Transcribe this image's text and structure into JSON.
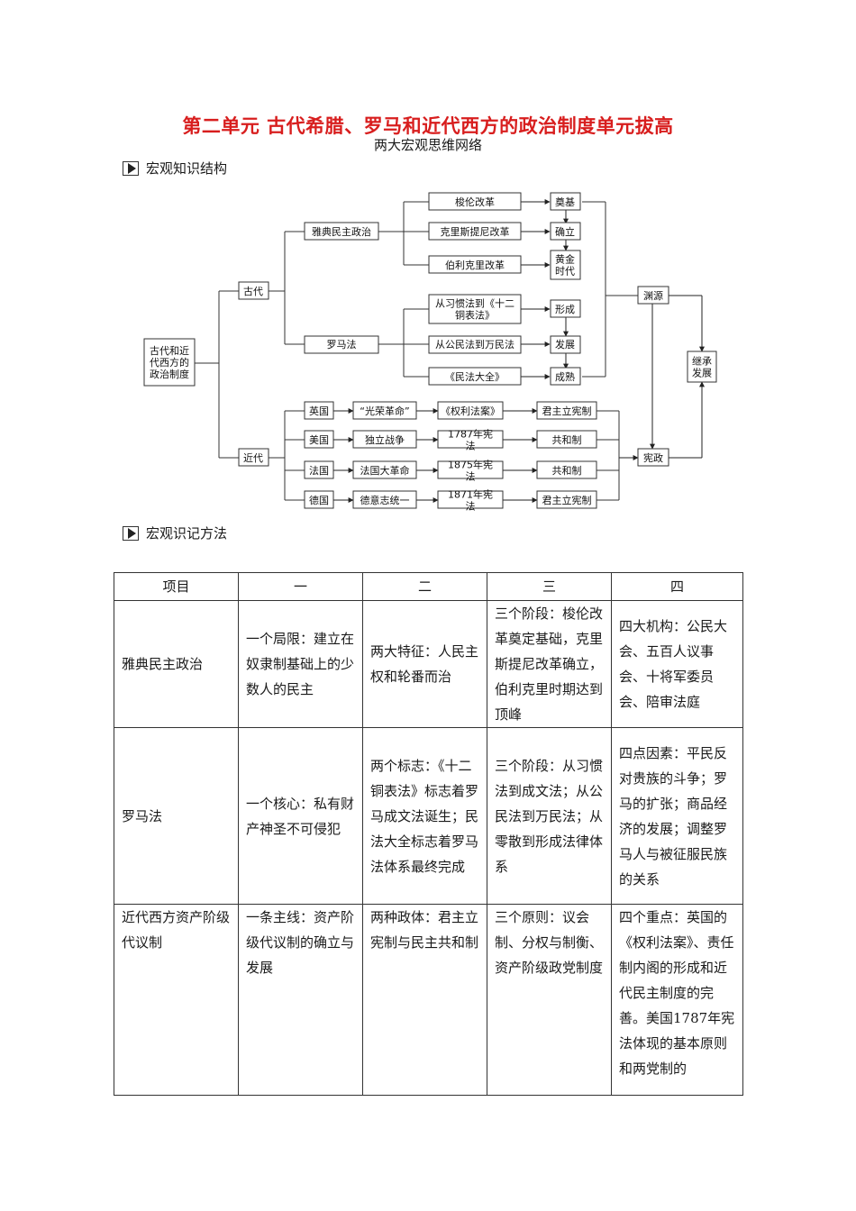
{
  "header": {
    "title": "第二单元  古代希腊、罗马和近代西方的政治制度单元拔高",
    "subtitle": "两大宏观思维网络"
  },
  "sections": {
    "structure": "宏观知识结构",
    "method": "宏观识记方法"
  },
  "diagram": {
    "root": "古代和近代西方的政治制度",
    "ancient": "古代",
    "modern": "近代",
    "athens": "雅典民主政治",
    "rome": "罗马法",
    "athens_reforms": [
      "梭伦改革",
      "克里斯提尼改革",
      "伯利克里改革"
    ],
    "athens_stages": [
      "奠基",
      "确立",
      "黄金时代"
    ],
    "rome_items": [
      "从习惯法到《十二铜表法》",
      "从公民法到万民法",
      "《民法大全》"
    ],
    "rome_stages": [
      "形成",
      "发展",
      "成熟"
    ],
    "origin": "渊源",
    "inherit": "继承发展",
    "constitution": "宪政",
    "countries": [
      {
        "country": "英国",
        "event": "“光荣革命”",
        "document": "《权利法案》",
        "system": "君主立宪制"
      },
      {
        "country": "美国",
        "event": "独立战争",
        "document": "1787年宪法",
        "system": "共和制"
      },
      {
        "country": "法国",
        "event": "法国大革命",
        "document": "1875年宪法",
        "system": "共和制"
      },
      {
        "country": "德国",
        "event": "德意志统一",
        "document": "1871年宪法",
        "system": "君主立宪制"
      }
    ]
  },
  "table": {
    "headers": [
      "项目",
      "一",
      "二",
      "三",
      "四"
    ],
    "rows": [
      [
        "雅典民主政治",
        "一个局限：建立在奴隶制基础上的少数人的民主",
        "两大特征：人民主权和轮番而治",
        "三个阶段：梭伦改革奠定基础，克里斯提尼改革确立，伯利克里时期达到顶峰",
        "四大机构：公民大会、五百人议事会、十将军委员会、陪审法庭"
      ],
      [
        "罗马法",
        "一个核心：私有财产神圣不可侵犯",
        "两个标志：《十二铜表法》标志着罗马成文法诞生；民法大全标志着罗马法体系最终完成",
        "三个阶段：从习惯法到成文法；从公民法到万民法；从零散到形成法律体系",
        "四点因素：平民反对贵族的斗争；罗马的扩张；商品经济的发展；调整罗马人与被征服民族的关系"
      ],
      [
        "近代西方资产阶级代议制",
        "一条主线：资产阶级代议制的确立与发展",
        "两种政体：君主立宪制与民主共和制",
        "三个原则：议会制、分权与制衡、资产阶级政党制度",
        "四个重点：英国的《权利法案》、责任制内阁的形成和近代民主制度的完善。美国1787年宪法体现的基本原则和两党制的"
      ]
    ]
  }
}
